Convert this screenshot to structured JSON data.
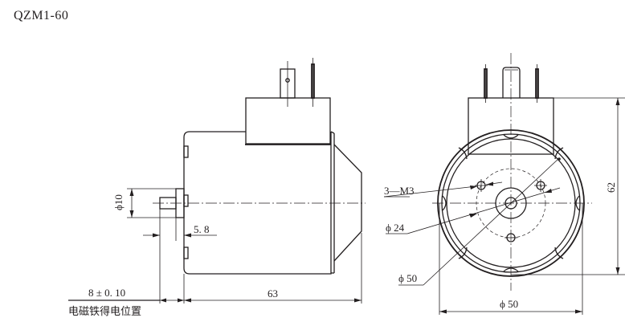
{
  "title": "QZM1-60",
  "side_view": {
    "dim_length": "63",
    "dim_shaft_diameter": "ϕ10",
    "dim_shaft_offset": "5. 8",
    "dim_stroke": "8 ± 0. 10",
    "note_energized_position": "电磁铁得电位置"
  },
  "end_view": {
    "label_threads": "3—M3",
    "label_bolt_circle": "ϕ 24",
    "label_outer_diameter": "ϕ 50",
    "dim_width": "ϕ 50",
    "dim_height": "62"
  },
  "colors": {
    "line": "#231f20",
    "background": "#ffffff"
  }
}
